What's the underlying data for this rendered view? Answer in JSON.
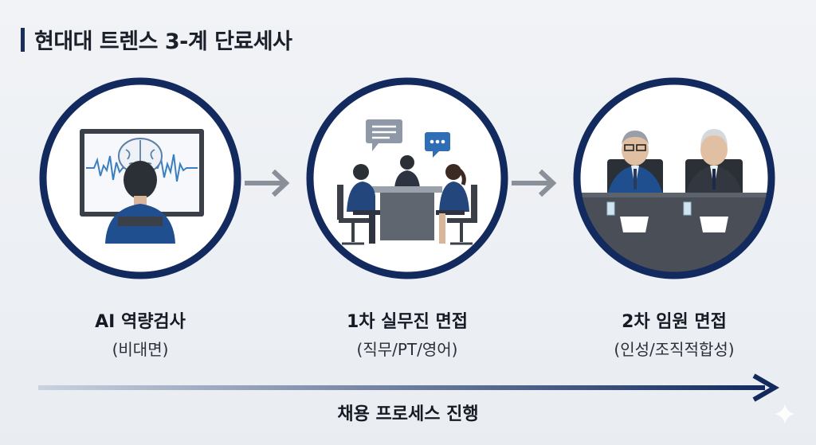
{
  "title": "현대대 트렌스 3-계 단료세사",
  "stages": [
    {
      "main": "AI 역량검사",
      "sub": "(비대면)"
    },
    {
      "main": "1차 실무진 면접",
      "sub": "(직무/PT/영어)"
    },
    {
      "main": "2차 임원 면접",
      "sub": "(인성/조직적합성)"
    }
  ],
  "progress_label": "채용 프로세스 진행",
  "colors": {
    "navy": "#132a5e",
    "arrow": "#8a9099",
    "accent_bar": "#1a2e5a"
  }
}
